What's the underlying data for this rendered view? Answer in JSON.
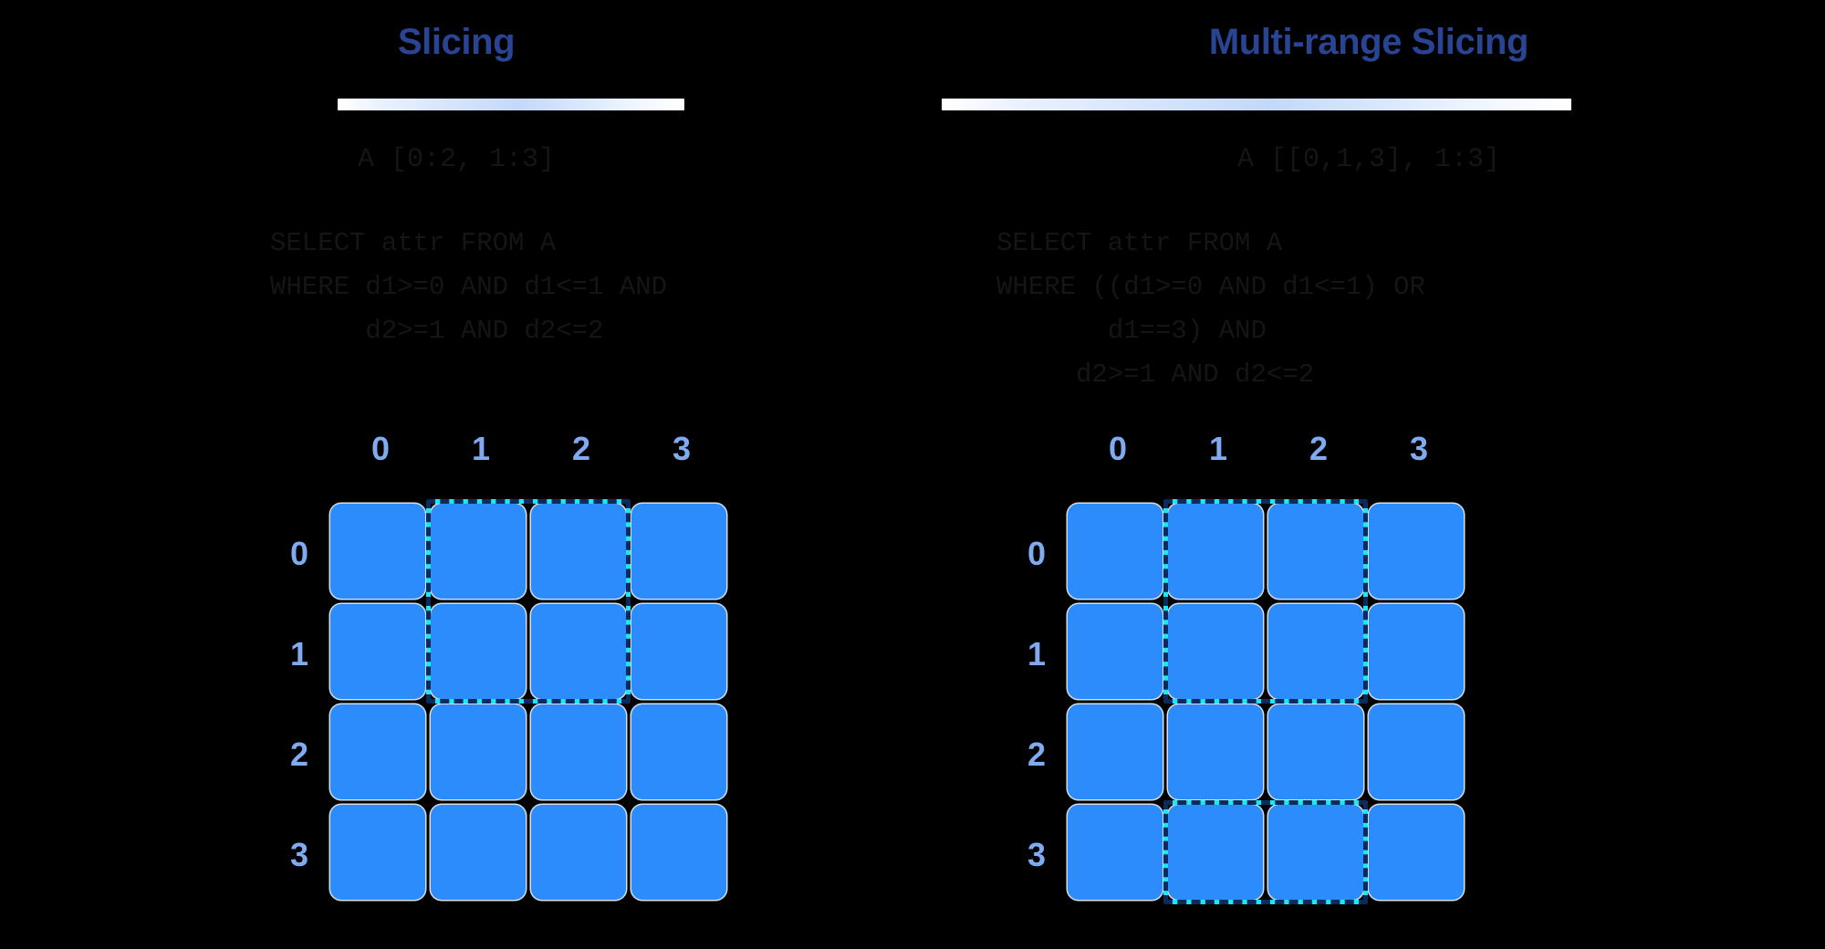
{
  "background_color": "#000000",
  "accent": {
    "title_color": "#2a4494",
    "axis_label_color": "#80abf1",
    "cell_color": "#2d8cfb",
    "cell_border_color": "#d8dfe6",
    "selection_outer_color": "#18e9f5",
    "selection_dash_color": "#0b2a5e",
    "code_color": "#151515"
  },
  "panels": [
    {
      "id": "slicing",
      "title": "Slicing",
      "expression": "A [0:2, 1:3]",
      "sql": "SELECT attr FROM A\nWHERE d1>=0 AND d1<=1 AND\n      d2>=1 AND d2<=2",
      "grid": {
        "col_labels": [
          "0",
          "1",
          "2",
          "3"
        ],
        "row_labels": [
          "0",
          "1",
          "2",
          "3"
        ],
        "rows": 4,
        "cols": 4,
        "selections": [
          {
            "row_start": 0,
            "row_end": 1,
            "col_start": 1,
            "col_end": 2
          }
        ]
      }
    },
    {
      "id": "multi-range-slicing",
      "title": "Multi-range Slicing",
      "expression": "A [[0,1,3], 1:3]",
      "sql": "SELECT attr FROM A\nWHERE ((d1>=0 AND d1<=1) OR\n       d1==3) AND\n     d2>=1 AND d2<=2",
      "grid": {
        "col_labels": [
          "0",
          "1",
          "2",
          "3"
        ],
        "row_labels": [
          "0",
          "1",
          "2",
          "3"
        ],
        "rows": 4,
        "cols": 4,
        "selections": [
          {
            "row_start": 0,
            "row_end": 1,
            "col_start": 1,
            "col_end": 2
          },
          {
            "row_start": 3,
            "row_end": 3,
            "col_start": 1,
            "col_end": 2
          }
        ]
      }
    }
  ]
}
